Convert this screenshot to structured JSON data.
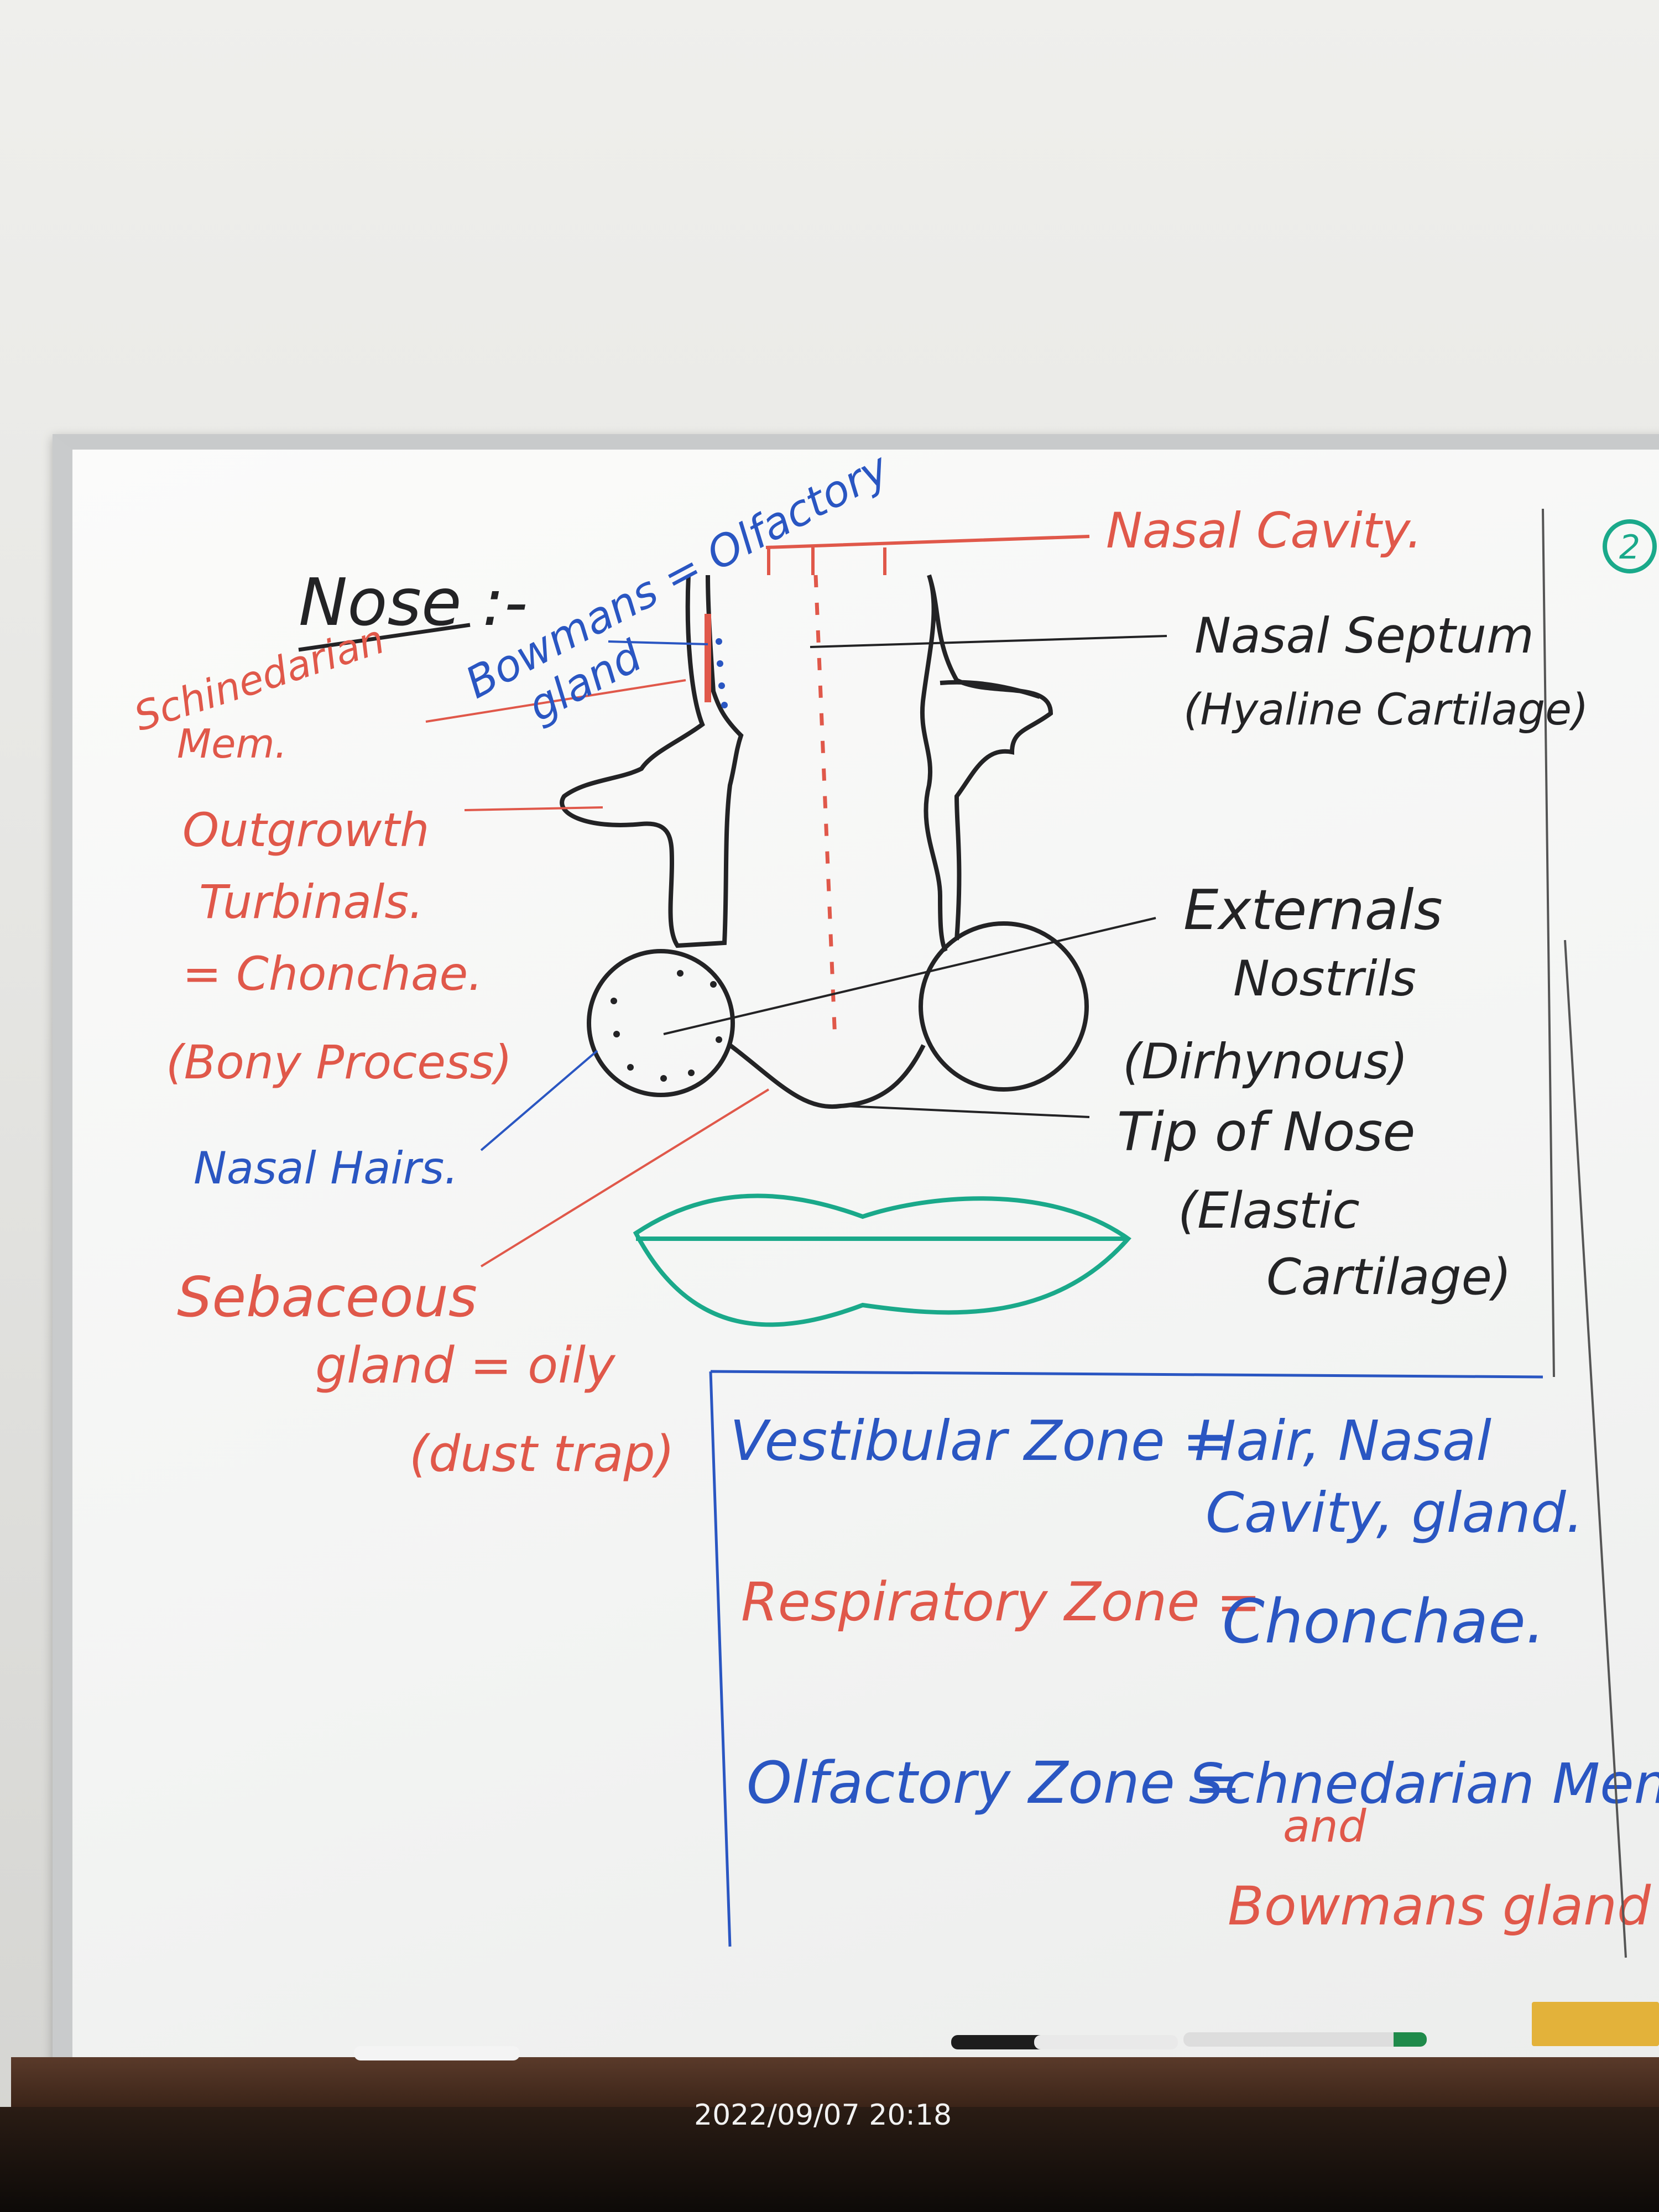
{
  "whiteboard": {
    "page_number": "2",
    "title": "Nose :-",
    "diagram_labels": {
      "bowmans_olfactory": "Bowmans = Olfactory",
      "gland": "gland",
      "schinedarian": "Schinedarian",
      "mem": "Mem.",
      "nasal_cavity": "Nasal Cavity.",
      "nasal_septum": "Nasal Septum",
      "hyaline": "(Hyaline Cartilage)",
      "outgrowth": "Outgrowth",
      "turbinals": "Turbinals.",
      "chonchae": "= Chonchae.",
      "bony_process": "(Bony Process)",
      "externals": "Externals",
      "nostrils": "Nostrils",
      "dirhynous": "(Dirhynous)",
      "nasal_hairs": "Nasal Hairs.",
      "tip_of_nose": "Tip of Nose",
      "elastic": "(Elastic",
      "cartilage": "Cartilage)",
      "sebaceous": "Sebaceous",
      "gland_oily": "gland = oily",
      "dust_trap": "(dust trap)"
    },
    "zones": [
      {
        "name": "Vestibular Zone =",
        "line1": "Hair, Nasal",
        "line2": "Cavity, gland."
      },
      {
        "name": "Respiratory Zone =",
        "line1": "Chonchae.",
        "line2": ""
      },
      {
        "name": "Olfactory Zone =",
        "line1": "Schnedarian Mem.",
        "line2": "and",
        "line3": "Bowmans gland"
      }
    ],
    "colors": {
      "red": "#e0584a",
      "blue": "#2a56c2",
      "black": "#232325",
      "green": "#1aa98a"
    }
  },
  "timestamp": "2022/09/07 20:18"
}
